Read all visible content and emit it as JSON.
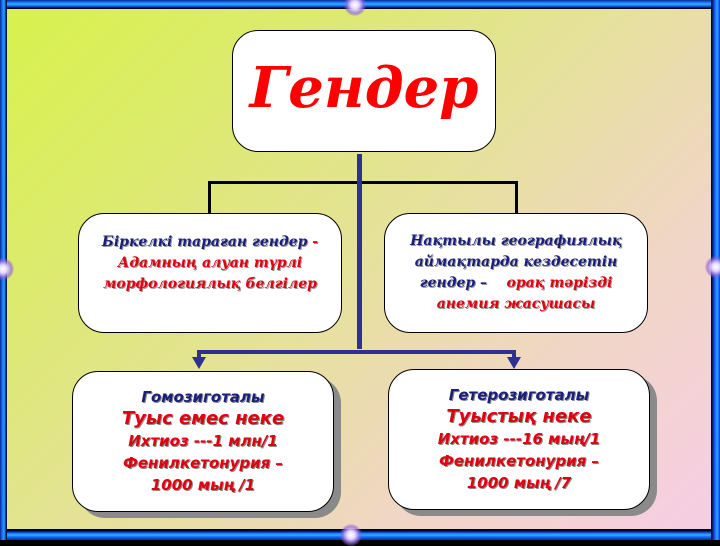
{
  "diagram": {
    "root": {
      "title": "Гендер",
      "title_color": "#ff0000"
    },
    "level2": [
      {
        "lines": [
          {
            "text": "Біркелкі  тараған  гендер",
            "color": "navy"
          },
          {
            "text": " -",
            "color": "red"
          },
          {
            "text": "Адамның   алуан  түрлі",
            "color": "red"
          },
          {
            "text": "морфологиялық белгілер",
            "color": "red"
          }
        ]
      },
      {
        "lines": [
          {
            "text": "Нақтылы географиялық",
            "color": "navy"
          },
          {
            "text": "аймақтарда    кездесетін",
            "color": "navy"
          },
          {
            "text": "гендер –",
            "color": "navy"
          },
          {
            "text": "орақ  тәрізді",
            "color": "red"
          },
          {
            "text": "анемия  жасушасы",
            "color": "red"
          }
        ]
      }
    ],
    "level3": [
      {
        "heading": "Гомозиготалы",
        "subheading": "Туыс емес неке",
        "line1": "Ихтиоз ---1 млн/1",
        "line2": "Фенилкетонурия –",
        "line3": "1000 мың /1"
      },
      {
        "heading": "Гетерозиготалы",
        "subheading": "Туыстық  неке",
        "line1": "Ихтиоз ---16 мың/1",
        "line2": "Фенилкетонурия –",
        "line3": "1000 мың /7"
      }
    ],
    "colors": {
      "navy_text": "#1a1f7a",
      "red_text": "#e00010",
      "connector_blue": "#2e3192",
      "connector_black": "#000000",
      "frame_blue": "#1565ff"
    }
  }
}
